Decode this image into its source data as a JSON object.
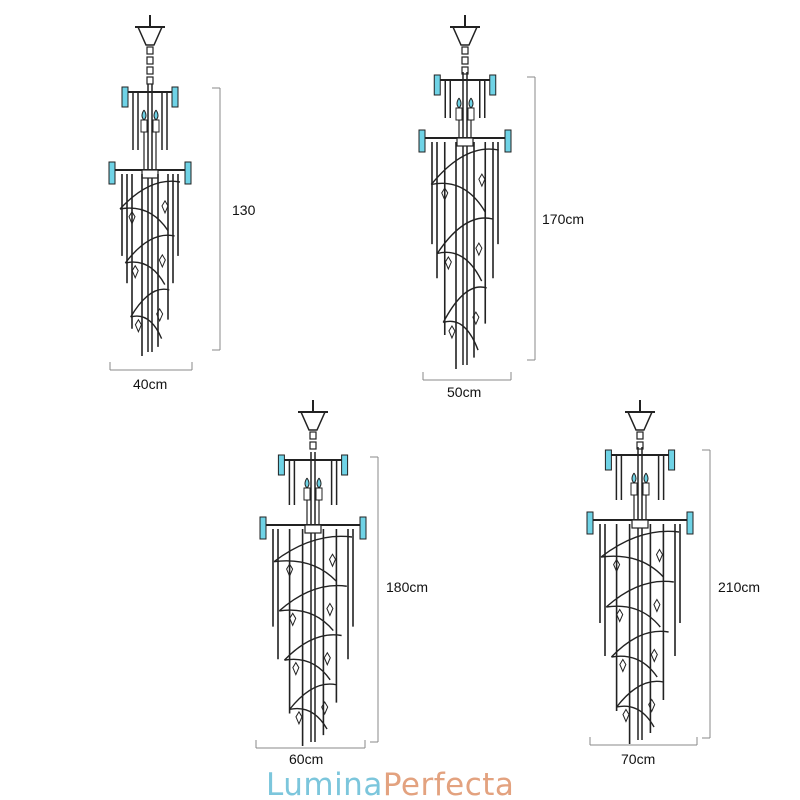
{
  "models": [
    {
      "width_label": "40cm",
      "height_label": "130"
    },
    {
      "width_label": "50cm",
      "height_label": "170cm"
    },
    {
      "width_label": "60cm",
      "height_label": "180cm"
    },
    {
      "width_label": "70cm",
      "height_label": "210cm"
    }
  ],
  "logo": {
    "part1": "Lumina",
    "part2": "Perfecta"
  },
  "colors": {
    "line": "#222222",
    "crystal": "#6fd3e6",
    "dimension": "#888888",
    "logo_part1": "#7cc6dc",
    "logo_part2": "#e3a27f"
  }
}
